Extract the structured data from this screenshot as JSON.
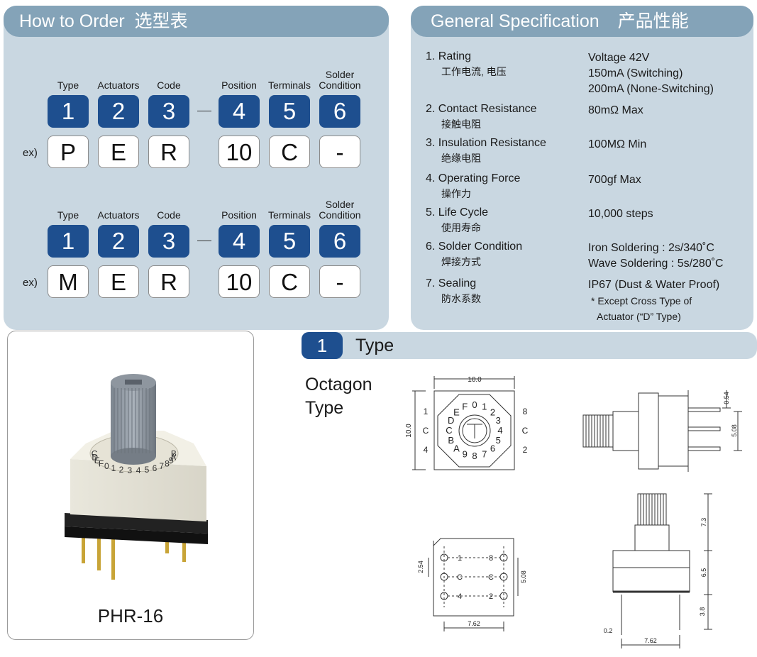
{
  "order": {
    "title_en": "How to Order",
    "title_cn": "选型表",
    "labels": [
      "Type",
      "Actuators",
      "Code",
      "Position",
      "Terminals",
      "Solder Condition"
    ],
    "codes": [
      "1",
      "2",
      "3",
      "4",
      "5",
      "6"
    ],
    "ex_label": "ex)",
    "examples": [
      [
        "P",
        "E",
        "R",
        "10",
        "C",
        "-"
      ],
      [
        "M",
        "E",
        "R",
        "10",
        "C",
        "-"
      ]
    ]
  },
  "spec": {
    "title_en": "General Specification",
    "title_cn": "产品性能",
    "items": [
      {
        "en": "1. Rating",
        "zh": "工作电流, 电压",
        "values": [
          "Voltage 42V",
          "150mA (Switching)",
          "200mA (None-Switching)"
        ]
      },
      {
        "en": "2. Contact Resistance",
        "zh": "接触电阻",
        "values": [
          "80mΩ  Max"
        ]
      },
      {
        "en": "3. Insulation Resistance",
        "zh": "绝缘电阻",
        "values": [
          "100MΩ  Min"
        ]
      },
      {
        "en": "4. Operating Force",
        "zh": "操作力",
        "values": [
          "700gf  Max"
        ]
      },
      {
        "en": "5. Life Cycle",
        "zh": "使用寿命",
        "values": [
          "10,000 steps"
        ]
      },
      {
        "en": "6. Solder Condition",
        "zh": "焊接方式",
        "values": [
          "Iron Soldering : 2s/340˚C",
          "Wave Soldering : 5s/280˚C"
        ]
      },
      {
        "en": "7. Sealing",
        "zh": "防水系数",
        "values": [
          "IP67 (Dust & Water Proof)"
        ],
        "notes": [
          "* Except Cross Type of",
          "Actuator (“D” Type)"
        ]
      }
    ]
  },
  "product": {
    "model": "PHR-16",
    "dial_chars": "CDEF0123456789AB"
  },
  "type_section": {
    "number": "1",
    "title": "Type",
    "subtitle_line1": "Octagon",
    "subtitle_line2": "Type"
  },
  "drawing": {
    "top_width": "10.0",
    "top_height": "10.0",
    "pin_left": [
      "1",
      "C",
      "4"
    ],
    "pin_right": [
      "8",
      "C",
      "2"
    ],
    "dial_chars": "0123456789ABCDEF",
    "side_dims": [
      "0.54",
      "5.08"
    ],
    "footprint_dims": [
      "2.54",
      "5.08",
      "7.62"
    ],
    "footprint_left": [
      "1",
      "C",
      "4"
    ],
    "footprint_right": [
      "8",
      "C",
      "2"
    ],
    "front_dims": [
      "7.3",
      "6.5",
      "3.8",
      "0.2",
      "7.62"
    ]
  }
}
